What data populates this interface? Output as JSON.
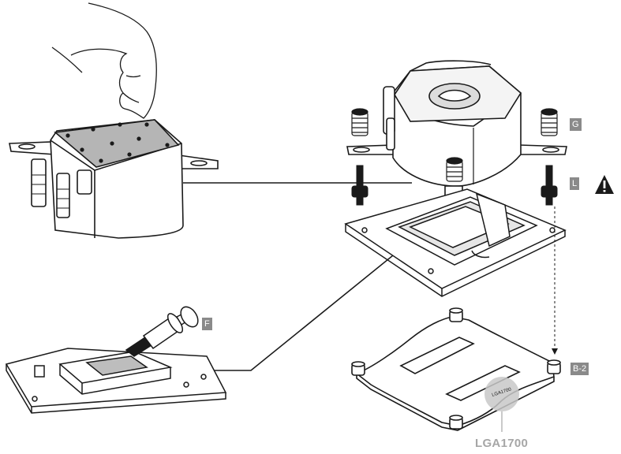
{
  "labels": {
    "g": "G",
    "l": "L",
    "f": "F",
    "b2": "B-2",
    "socket": "LGA1700",
    "backplate_engraving": "LGA1700"
  },
  "icons": {
    "warning": "warning-triangle-icon"
  },
  "colors": {
    "line": "#1a1a1a",
    "tag_bg": "#8a8a8a",
    "highlight": "#c8c8c8",
    "paste": "#bdbdbd"
  }
}
